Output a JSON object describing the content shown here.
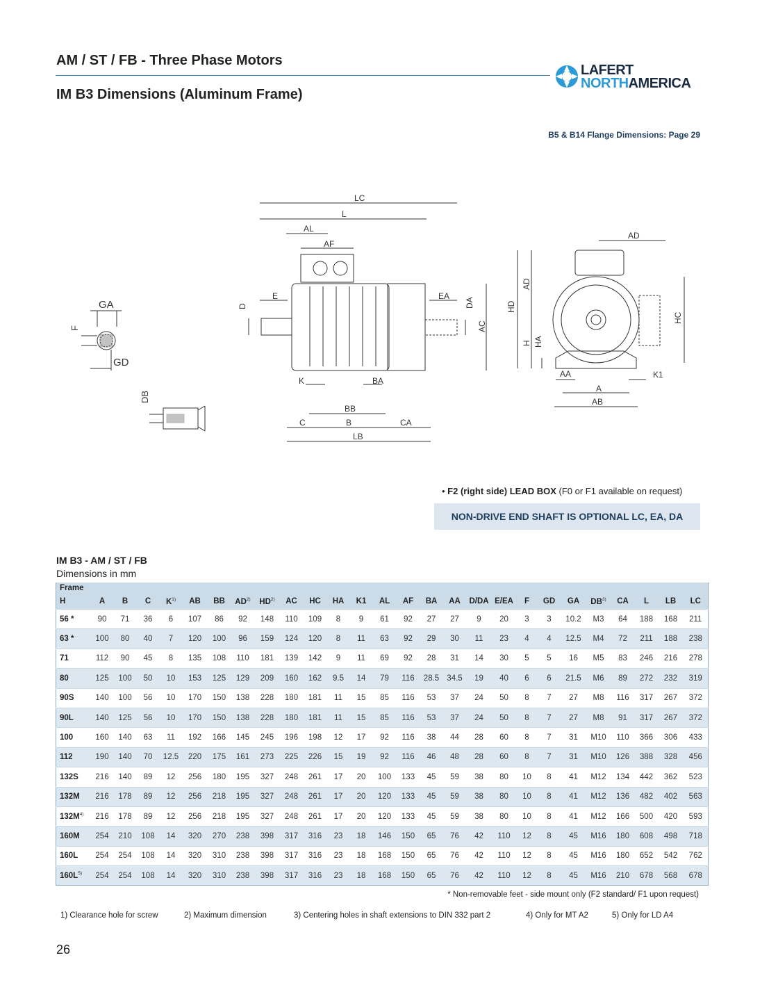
{
  "header": {
    "title": "AM / ST / FB - Three Phase Motors",
    "subtitle": "IM B3 Dimensions (Aluminum Frame)",
    "logo_line1": "LAFERT",
    "logo_north": "NORTH",
    "logo_america": "AMERICA",
    "flange_note": "B5 & B14 Flange Dimensions: Page 29"
  },
  "drawing_labels": {
    "GA": "GA",
    "F": "F",
    "GD": "GD",
    "DB": "DB",
    "LC": "LC",
    "L": "L",
    "AL": "AL",
    "AF": "AF",
    "E": "E",
    "D": "D",
    "EA": "EA",
    "DA": "DA",
    "AC": "AC",
    "K": "K",
    "BA": "BA",
    "BB": "BB",
    "C": "C",
    "B": "B",
    "CA": "CA",
    "LB": "LB",
    "AD": "AD",
    "HD": "HD",
    "H": "H",
    "HA": "HA",
    "HC": "HC",
    "AA": "AA",
    "K1": "K1",
    "A": "A",
    "AB": "AB"
  },
  "notes": {
    "lead_bullet": "• ",
    "lead_bold": "F2 (right side) LEAD BOX",
    "lead_rest": " (F0 or F1 available on request)",
    "nde_shaft": "NON-DRIVE END SHAFT IS OPTIONAL LC, EA, DA"
  },
  "table": {
    "caption": "IM B3 - AM / ST / FB",
    "units": "Dimensions in mm",
    "frame_label": "Frame",
    "columns": [
      {
        "name": "H",
        "sup": ""
      },
      {
        "name": "A",
        "sup": ""
      },
      {
        "name": "B",
        "sup": ""
      },
      {
        "name": "C",
        "sup": ""
      },
      {
        "name": "K",
        "sup": "1)"
      },
      {
        "name": "AB",
        "sup": ""
      },
      {
        "name": "BB",
        "sup": ""
      },
      {
        "name": "AD",
        "sup": "2)"
      },
      {
        "name": "HD",
        "sup": "2)"
      },
      {
        "name": "AC",
        "sup": ""
      },
      {
        "name": "HC",
        "sup": ""
      },
      {
        "name": "HA",
        "sup": ""
      },
      {
        "name": "K1",
        "sup": ""
      },
      {
        "name": "AL",
        "sup": ""
      },
      {
        "name": "AF",
        "sup": ""
      },
      {
        "name": "BA",
        "sup": ""
      },
      {
        "name": "AA",
        "sup": ""
      },
      {
        "name": "D/DA",
        "sup": ""
      },
      {
        "name": "E/EA",
        "sup": ""
      },
      {
        "name": "F",
        "sup": ""
      },
      {
        "name": "GD",
        "sup": ""
      },
      {
        "name": "GA",
        "sup": ""
      },
      {
        "name": "DB",
        "sup": "3)"
      },
      {
        "name": "CA",
        "sup": ""
      },
      {
        "name": "L",
        "sup": ""
      },
      {
        "name": "LB",
        "sup": ""
      },
      {
        "name": "LC",
        "sup": ""
      }
    ],
    "rows": [
      {
        "frame": "56 *",
        "sup": "",
        "values": [
          "90",
          "71",
          "36",
          "6",
          "107",
          "86",
          "92",
          "148",
          "110",
          "109",
          "8",
          "9",
          "61",
          "92",
          "27",
          "27",
          "9",
          "20",
          "3",
          "3",
          "10.2",
          "M3",
          "64",
          "188",
          "168",
          "211"
        ]
      },
      {
        "frame": "63 *",
        "sup": "",
        "values": [
          "100",
          "80",
          "40",
          "7",
          "120",
          "100",
          "96",
          "159",
          "124",
          "120",
          "8",
          "11",
          "63",
          "92",
          "29",
          "30",
          "11",
          "23",
          "4",
          "4",
          "12.5",
          "M4",
          "72",
          "211",
          "188",
          "238"
        ]
      },
      {
        "frame": "71",
        "sup": "",
        "values": [
          "112",
          "90",
          "45",
          "8",
          "135",
          "108",
          "110",
          "181",
          "139",
          "142",
          "9",
          "11",
          "69",
          "92",
          "28",
          "31",
          "14",
          "30",
          "5",
          "5",
          "16",
          "M5",
          "83",
          "246",
          "216",
          "278"
        ]
      },
      {
        "frame": "80",
        "sup": "",
        "values": [
          "125",
          "100",
          "50",
          "10",
          "153",
          "125",
          "129",
          "209",
          "160",
          "162",
          "9.5",
          "14",
          "79",
          "116",
          "28.5",
          "34.5",
          "19",
          "40",
          "6",
          "6",
          "21.5",
          "M6",
          "89",
          "272",
          "232",
          "319"
        ]
      },
      {
        "frame": "90S",
        "sup": "",
        "values": [
          "140",
          "100",
          "56",
          "10",
          "170",
          "150",
          "138",
          "228",
          "180",
          "181",
          "11",
          "15",
          "85",
          "116",
          "53",
          "37",
          "24",
          "50",
          "8",
          "7",
          "27",
          "M8",
          "116",
          "317",
          "267",
          "372"
        ]
      },
      {
        "frame": "90L",
        "sup": "",
        "values": [
          "140",
          "125",
          "56",
          "10",
          "170",
          "150",
          "138",
          "228",
          "180",
          "181",
          "11",
          "15",
          "85",
          "116",
          "53",
          "37",
          "24",
          "50",
          "8",
          "7",
          "27",
          "M8",
          "91",
          "317",
          "267",
          "372"
        ]
      },
      {
        "frame": "100",
        "sup": "",
        "values": [
          "160",
          "140",
          "63",
          "11",
          "192",
          "166",
          "145",
          "245",
          "196",
          "198",
          "12",
          "17",
          "92",
          "116",
          "38",
          "44",
          "28",
          "60",
          "8",
          "7",
          "31",
          "M10",
          "110",
          "366",
          "306",
          "433"
        ]
      },
      {
        "frame": "112",
        "sup": "",
        "values": [
          "190",
          "140",
          "70",
          "12.5",
          "220",
          "175",
          "161",
          "273",
          "225",
          "226",
          "15",
          "19",
          "92",
          "116",
          "46",
          "48",
          "28",
          "60",
          "8",
          "7",
          "31",
          "M10",
          "126",
          "388",
          "328",
          "456"
        ]
      },
      {
        "frame": "132S",
        "sup": "",
        "values": [
          "216",
          "140",
          "89",
          "12",
          "256",
          "180",
          "195",
          "327",
          "248",
          "261",
          "17",
          "20",
          "100",
          "133",
          "45",
          "59",
          "38",
          "80",
          "10",
          "8",
          "41",
          "M12",
          "134",
          "442",
          "362",
          "523"
        ]
      },
      {
        "frame": "132M",
        "sup": "",
        "values": [
          "216",
          "178",
          "89",
          "12",
          "256",
          "218",
          "195",
          "327",
          "248",
          "261",
          "17",
          "20",
          "120",
          "133",
          "45",
          "59",
          "38",
          "80",
          "10",
          "8",
          "41",
          "M12",
          "136",
          "482",
          "402",
          "563"
        ]
      },
      {
        "frame": "132M",
        "sup": "4)",
        "values": [
          "216",
          "178",
          "89",
          "12",
          "256",
          "218",
          "195",
          "327",
          "248",
          "261",
          "17",
          "20",
          "120",
          "133",
          "45",
          "59",
          "38",
          "80",
          "10",
          "8",
          "41",
          "M12",
          "166",
          "500",
          "420",
          "593"
        ]
      },
      {
        "frame": "160M",
        "sup": "",
        "values": [
          "254",
          "210",
          "108",
          "14",
          "320",
          "270",
          "238",
          "398",
          "317",
          "316",
          "23",
          "18",
          "146",
          "150",
          "65",
          "76",
          "42",
          "110",
          "12",
          "8",
          "45",
          "M16",
          "180",
          "608",
          "498",
          "718"
        ]
      },
      {
        "frame": "160L",
        "sup": "",
        "values": [
          "254",
          "254",
          "108",
          "14",
          "320",
          "310",
          "238",
          "398",
          "317",
          "316",
          "23",
          "18",
          "168",
          "150",
          "65",
          "76",
          "42",
          "110",
          "12",
          "8",
          "45",
          "M16",
          "180",
          "652",
          "542",
          "762"
        ]
      },
      {
        "frame": "160L",
        "sup": "5)",
        "values": [
          "254",
          "254",
          "108",
          "14",
          "320",
          "310",
          "238",
          "398",
          "317",
          "316",
          "23",
          "18",
          "168",
          "150",
          "65",
          "76",
          "42",
          "110",
          "12",
          "8",
          "45",
          "M16",
          "210",
          "678",
          "568",
          "678"
        ]
      }
    ]
  },
  "footer": {
    "nonremovable": "* Non-removable feet - side mount only (F2 standard/ F1 upon request)",
    "fn1": "1) Clearance hole for screw",
    "fn2": "2) Maximum dimension",
    "fn3": "3) Centering holes in shaft extensions to DIN 332 part 2",
    "fn4": "4) Only for MT A2",
    "fn5": "5) Only for LD A4",
    "page_number": "26"
  },
  "colors": {
    "accent_blue": "#2b9ad6",
    "header_navy": "#1d3d5e",
    "table_header": "#cbdbe8",
    "table_shade": "#dde7f0"
  }
}
